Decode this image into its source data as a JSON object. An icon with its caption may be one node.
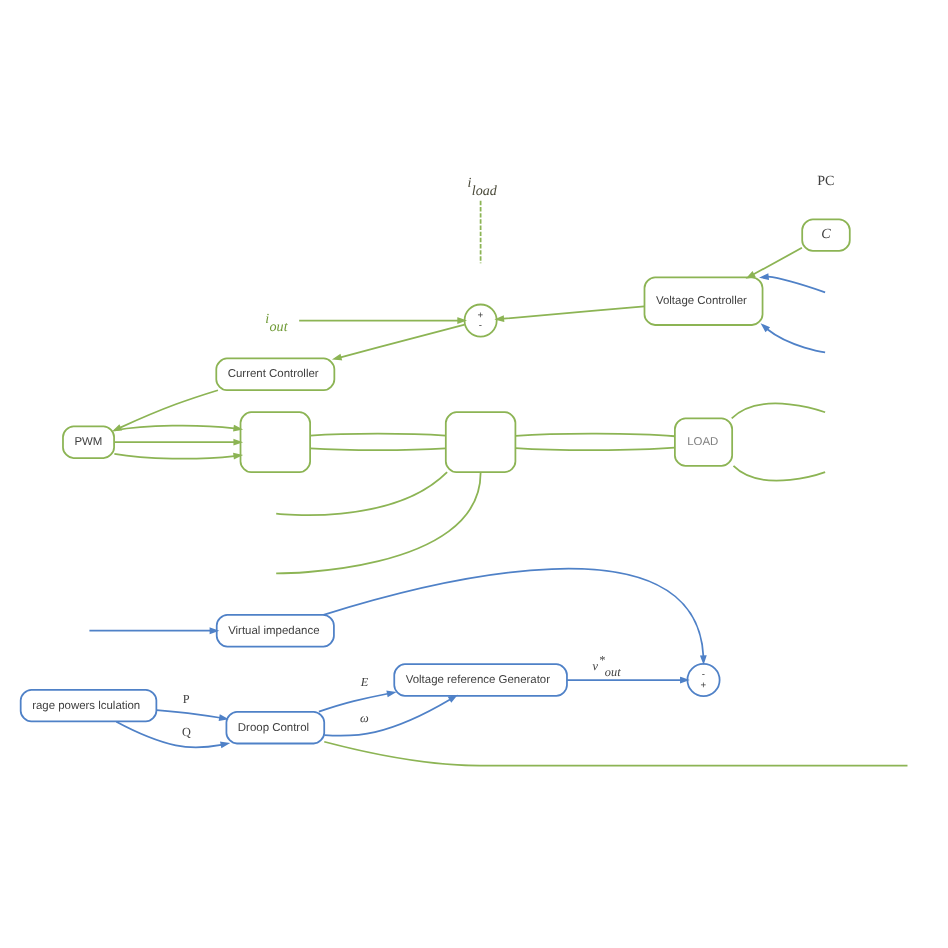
{
  "diagram": {
    "nodes": [
      {
        "text": [
          "i$_{load}$"
        ]
      },
      {
        "text": [],
        "shape": "box"
      },
      {
        "text": [],
        "shape": "box"
      },
      {
        "text": [
          "LOAD"
        ]
      },
      {
        "text": [
          "PWM"
        ]
      },
      {
        "text": [
          "Current Controller"
        ]
      },
      {
        "text": [
          "+",
          "-"
        ]
      },
      {
        "text": [
          "Voltage Controller"
        ]
      },
      {
        "text": [
          "C"
        ]
      },
      {
        "text": [
          "i$_{out}$"
        ]
      },
      {
        "text": [
          "Virtual impedance"
        ]
      },
      {
        "text": [
          "rage powers lculation"
        ]
      },
      {
        "text": [
          "Droop Control"
        ]
      },
      {
        "text": [
          "Voltage reference Generator"
        ]
      },
      {
        "text": [
          "-",
          "+"
        ]
      }
    ],
    "edges": [
      {
        "from": 0,
        "to": null,
        "arrow": "none",
        "style": "dashed"
      },
      {
        "from": 1,
        "to": 2,
        "arrow": "none"
      },
      {
        "from": 1,
        "to": 2,
        "arrow": "none"
      },
      {
        "from": 2,
        "to": 3,
        "arrow": "none"
      },
      {
        "from": 2,
        "to": 3,
        "arrow": "none"
      },
      {
        "from": 3,
        "to": null,
        "arrow": "none"
      },
      {
        "from": 3,
        "to": null,
        "arrow": "none"
      },
      {
        "from": 2,
        "to": null,
        "arrow": "none"
      },
      {
        "from": 2,
        "to": null,
        "arrow": "none"
      },
      {
        "from": 4,
        "to": 1,
        "arrow": "to"
      },
      {
        "from": 4,
        "to": 1,
        "arrow": "to"
      },
      {
        "from": 4,
        "to": 1,
        "arrow": "to"
      },
      {
        "from": 5,
        "to": 4,
        "arrow": "to"
      },
      {
        "from": 6,
        "to": 5,
        "arrow": "to"
      },
      {
        "from": 7,
        "to": 6,
        "arrow": "to"
      },
      {
        "from": 8,
        "to": 7,
        "arrow": "to"
      },
      {
        "from": null,
        "to": 7,
        "arrow": "to",
        "color": "#4f81c7"
      },
      {
        "from": null,
        "to": 7,
        "arrow": "to",
        "color": "#4f81c7"
      },
      {
        "from": 9,
        "to": 6,
        "arrow": "to"
      },
      {
        "from": null,
        "to": 10,
        "arrow": "to",
        "color": "#4f81c7"
      },
      {
        "from": 10,
        "to": 14,
        "arrow": "to",
        "color": "#4f81c7"
      },
      {
        "from": 11,
        "to": 12,
        "arrow": "to",
        "label": "P",
        "color": "#4f81c7"
      },
      {
        "from": 11,
        "to": 12,
        "arrow": "to",
        "label": "Q",
        "color": "#4f81c7"
      },
      {
        "from": 12,
        "to": 13,
        "arrow": "to",
        "label": "E",
        "color": "#4f81c7"
      },
      {
        "from": 12,
        "to": 13,
        "arrow": "to",
        "label": "ω",
        "color": "#4f81c7"
      },
      {
        "from": 13,
        "to": 14,
        "arrow": "to",
        "label": "v$^{*}$$_{out}$",
        "color": "#4f81c7"
      },
      {
        "from": 12,
        "to": null,
        "arrow": "none"
      }
    ],
    "labels": [
      "PC"
    ]
  }
}
